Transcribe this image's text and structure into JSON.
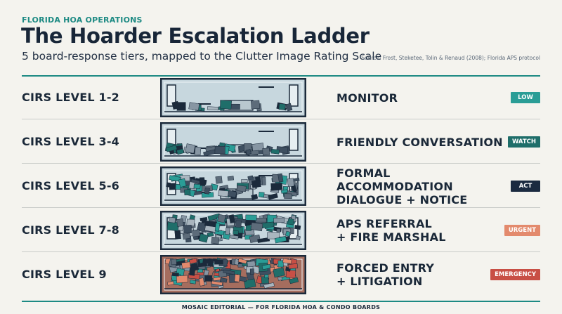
{
  "header": {
    "kicker": "FLORIDA HOA OPERATIONS",
    "title": "The Hoarder Escalation Ladder",
    "subtitle": "5 board-response tiers, mapped to the Clutter Image Rating Scale",
    "source": "Source: Frost, Steketee, Tolin & Renaud (2008); Florida APS protocol"
  },
  "colors": {
    "accent": "#1d8a83",
    "low": "#2a9d96",
    "watch": "#1f6e6a",
    "act": "#1b2a40",
    "urgent": "#e38a6d",
    "emergency": "#c84f45",
    "room_frame": "#1b2a3b",
    "room_wall": "#c7d7de"
  },
  "tiers": [
    {
      "level": "CIRS LEVEL 1-2",
      "action_lines": [
        "MONITOR"
      ],
      "badge": "LOW",
      "badge_color": "#2a9d96",
      "clutter_fraction": 0.1
    },
    {
      "level": "CIRS LEVEL 3-4",
      "action_lines": [
        "FRIENDLY CONVERSATION"
      ],
      "badge": "WATCH",
      "badge_color": "#1f6e6a",
      "clutter_fraction": 0.3
    },
    {
      "level": "CIRS LEVEL 5-6",
      "action_lines": [
        "FORMAL ACCOMMODATION",
        "DIALOGUE + NOTICE"
      ],
      "badge": "ACT",
      "badge_color": "#1b2a40",
      "clutter_fraction": 0.55
    },
    {
      "level": "CIRS LEVEL 7-8",
      "action_lines": [
        "APS REFERRAL",
        "+ FIRE MARSHAL"
      ],
      "badge": "URGENT",
      "badge_color": "#e38a6d",
      "clutter_fraction": 0.8
    },
    {
      "level": "CIRS LEVEL 9",
      "action_lines": [
        "FORCED ENTRY",
        "+ LITIGATION"
      ],
      "badge": "EMERGENCY",
      "badge_color": "#c84f45",
      "clutter_fraction": 1.0
    }
  ],
  "footer": {
    "text": "MOSAIC EDITORIAL — FOR FLORIDA HOA & CONDO BOARDS"
  }
}
